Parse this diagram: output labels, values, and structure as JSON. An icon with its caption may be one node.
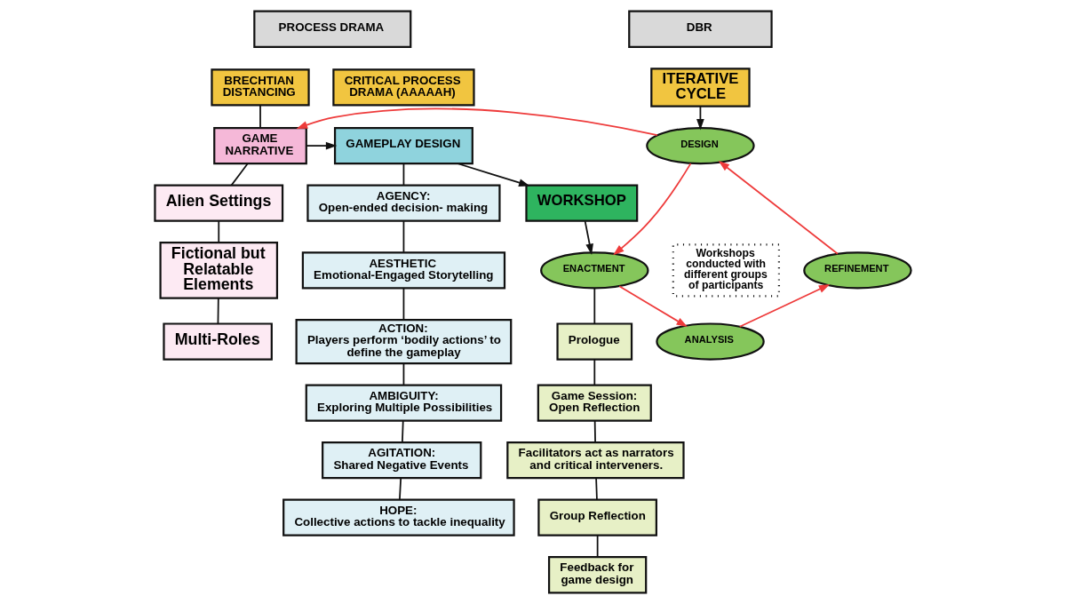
{
  "diagram": {
    "nodes": [
      {
        "text": [
          "PROCESS DRAMA"
        ]
      },
      {
        "text": [
          "DBR"
        ]
      },
      {
        "text": [
          "BRECHTIAN DISTANCING"
        ]
      },
      {
        "text": [
          "CRITICAL PROCESS DRAMA (AAAAAH)"
        ]
      },
      {
        "text": [
          "ITERATIVE CYCLE"
        ]
      },
      {
        "text": [
          "GAME NARRATIVE"
        ]
      },
      {
        "text": [
          "GAMEPLAY DESIGN"
        ]
      },
      {
        "text": [
          "DESIGN"
        ]
      },
      {
        "text": [
          "WORKSHOP"
        ]
      },
      {
        "text": [
          "Alien Settings"
        ]
      },
      {
        "text": [
          "AGENCY:",
          "Open-ended decision- making"
        ]
      },
      {
        "text": [
          "ENACTMENT"
        ]
      },
      {
        "text": [
          "Workshops conducted with different groups of participants"
        ]
      },
      {
        "text": [
          "REFINEMENT"
        ]
      },
      {
        "text": [
          "Fictional but Relatable Elements"
        ]
      },
      {
        "text": [
          "AESTHETIC",
          "Emotional-Engaged Storytelling"
        ]
      },
      {
        "text": [
          "ACTION:",
          "Players perform ‘bodily actions’ to define the gameplay"
        ]
      },
      {
        "text": [
          "Prologue"
        ]
      },
      {
        "text": [
          "ANALYSIS"
        ]
      },
      {
        "text": [
          "Multi-Roles"
        ]
      },
      {
        "text": [
          "Game Session: Open Reflection"
        ]
      },
      {
        "text": [
          "AMBIGUITY:",
          "Exploring Multiple Possibilities"
        ]
      },
      {
        "text": [
          "Facilitators act as narrators and critical interveners."
        ]
      },
      {
        "text": [
          "AGITATION:",
          "Shared Negative Events"
        ]
      },
      {
        "text": [
          "Group Reflection"
        ]
      },
      {
        "text": [
          "HOPE:",
          "Collective actions to tackle inequality"
        ]
      },
      {
        "text": [
          "Feedback for game design"
        ]
      }
    ],
    "edges": [
      {
        "from": 2,
        "to": 5,
        "arrow": "none"
      },
      {
        "from": 5,
        "to": 6,
        "arrow": "to"
      },
      {
        "from": 7,
        "to": 5,
        "arrow": "to",
        "color": "#ee3b3b"
      },
      {
        "from": 4,
        "to": 7,
        "arrow": "to"
      },
      {
        "from": 6,
        "to": 8,
        "arrow": "to"
      },
      {
        "from": 8,
        "to": 11,
        "arrow": "to"
      },
      {
        "from": 5,
        "to": 9,
        "arrow": "none"
      },
      {
        "from": 9,
        "to": 14,
        "arrow": "none"
      },
      {
        "from": 14,
        "to": 19,
        "arrow": "none"
      },
      {
        "from": 6,
        "to": 10,
        "arrow": "none"
      },
      {
        "from": 10,
        "to": 15,
        "arrow": "none"
      },
      {
        "from": 15,
        "to": 16,
        "arrow": "none"
      },
      {
        "from": 16,
        "to": 21,
        "arrow": "none"
      },
      {
        "from": 21,
        "to": 23,
        "arrow": "none"
      },
      {
        "from": 23,
        "to": 25,
        "arrow": "none"
      },
      {
        "from": 7,
        "to": 11,
        "arrow": "to",
        "color": "#ee3b3b"
      },
      {
        "from": 11,
        "to": 18,
        "arrow": "to",
        "color": "#ee3b3b"
      },
      {
        "from": 18,
        "to": 13,
        "arrow": "to",
        "color": "#ee3b3b"
      },
      {
        "from": 13,
        "to": 7,
        "arrow": "to",
        "color": "#ee3b3b"
      },
      {
        "from": 11,
        "to": 17,
        "arrow": "none"
      },
      {
        "from": 17,
        "to": 20,
        "arrow": "none"
      },
      {
        "from": 20,
        "to": 22,
        "arrow": "none"
      },
      {
        "from": 22,
        "to": 24,
        "arrow": "none"
      },
      {
        "from": 24,
        "to": 26,
        "arrow": "none"
      }
    ]
  }
}
